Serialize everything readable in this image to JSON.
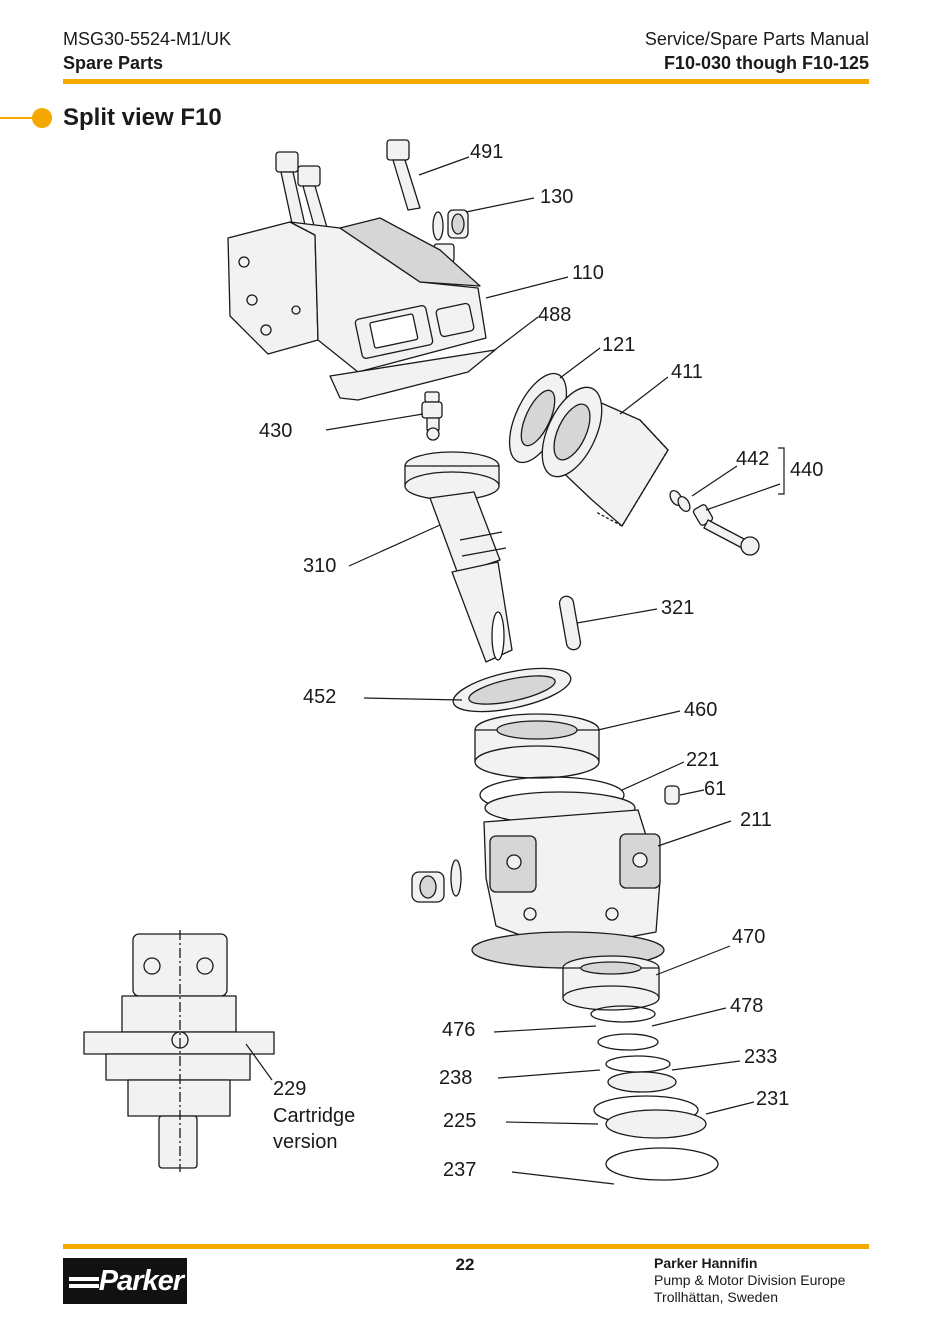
{
  "header": {
    "doc_code": "MSG30-5524-M1/UK",
    "section": "Spare Parts",
    "manual": "Service/Spare Parts Manual",
    "models": "F10-030 though F10-125"
  },
  "title": "Split view F10",
  "labels": {
    "p491": "491",
    "p130": "130",
    "p110": "110",
    "p488": "488",
    "p121": "121",
    "p411": "411",
    "p430": "430",
    "p442": "442",
    "p440": "440",
    "p310": "310",
    "p321": "321",
    "p452": "452",
    "p460": "460",
    "p221": "221",
    "p61": "61",
    "p211": "211",
    "p470": "470",
    "p478": "478",
    "p476": "476",
    "p233": "233",
    "p238": "238",
    "p231": "231",
    "p225": "225",
    "p237": "237",
    "p229": "229",
    "cartridge_line1": "Cartridge",
    "cartridge_line2": "version"
  },
  "footer": {
    "page": "22",
    "company": "Parker Hannifin",
    "division": "Pump & Motor Division Europe",
    "location": "Trollhättan, Sweden",
    "logo_text": "Parker"
  },
  "colors": {
    "accent": "#f5a800",
    "ink": "#1a1a1a",
    "part_fill": "#f2f2f2",
    "part_shade": "#d6d6d6"
  }
}
